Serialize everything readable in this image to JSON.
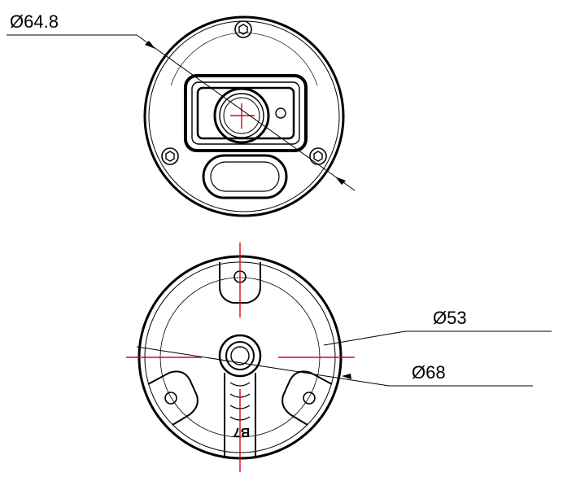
{
  "dimensions": {
    "front_diameter": "Ø64.8",
    "base_inner_diameter": "Ø53",
    "base_outer_diameter": "Ø68"
  },
  "base_marking": "B7",
  "colors": {
    "line": "#000000",
    "centerline": "#e0001b",
    "background": "#ffffff"
  }
}
